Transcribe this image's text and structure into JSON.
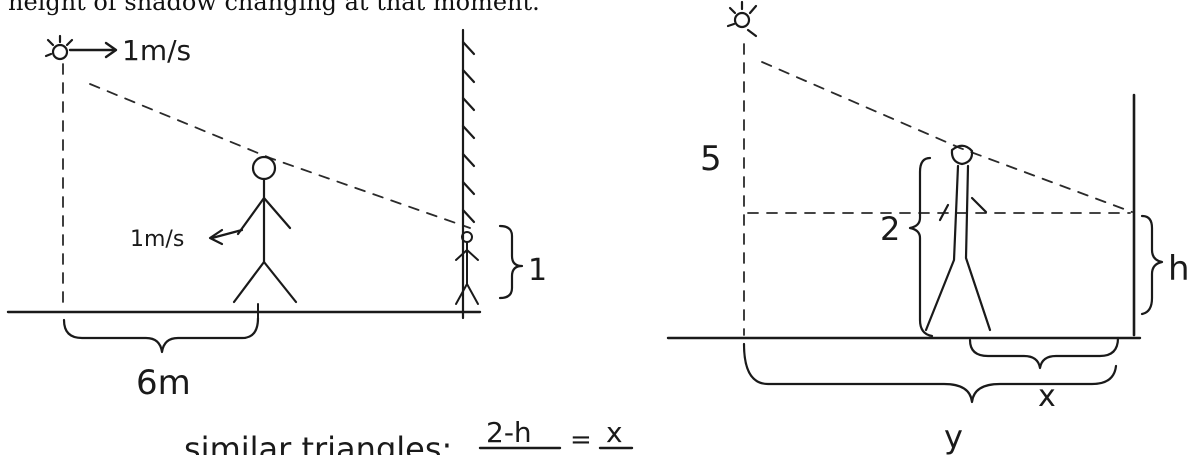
{
  "printed_text": "height of shadow changing at that moment.",
  "left_figure": {
    "light_speed": "1m/s",
    "person_speed": "1m/s",
    "mirror_mark": "1",
    "distance": "6m"
  },
  "right_figure": {
    "lamp_height": "5",
    "person_height": "2",
    "shadow_height": "h",
    "gap": "x",
    "total": "y"
  },
  "formula": {
    "prefix": "similar triangles:",
    "numerator": "2-h",
    "equals": "=",
    "rhs": "x"
  }
}
